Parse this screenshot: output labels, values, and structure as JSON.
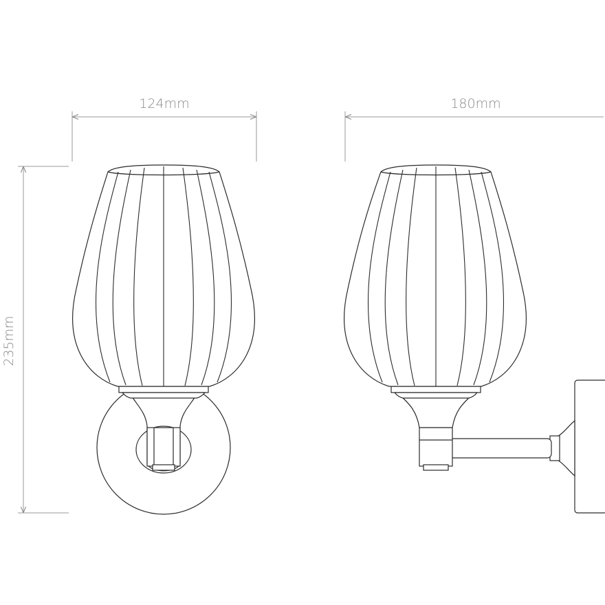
{
  "dimensions": {
    "front_width": "124mm",
    "side_depth": "180mm",
    "height": "235mm"
  },
  "colors": {
    "line": "#2a2a2a",
    "dimension": "#8a8a8a",
    "background": "#ffffff"
  }
}
